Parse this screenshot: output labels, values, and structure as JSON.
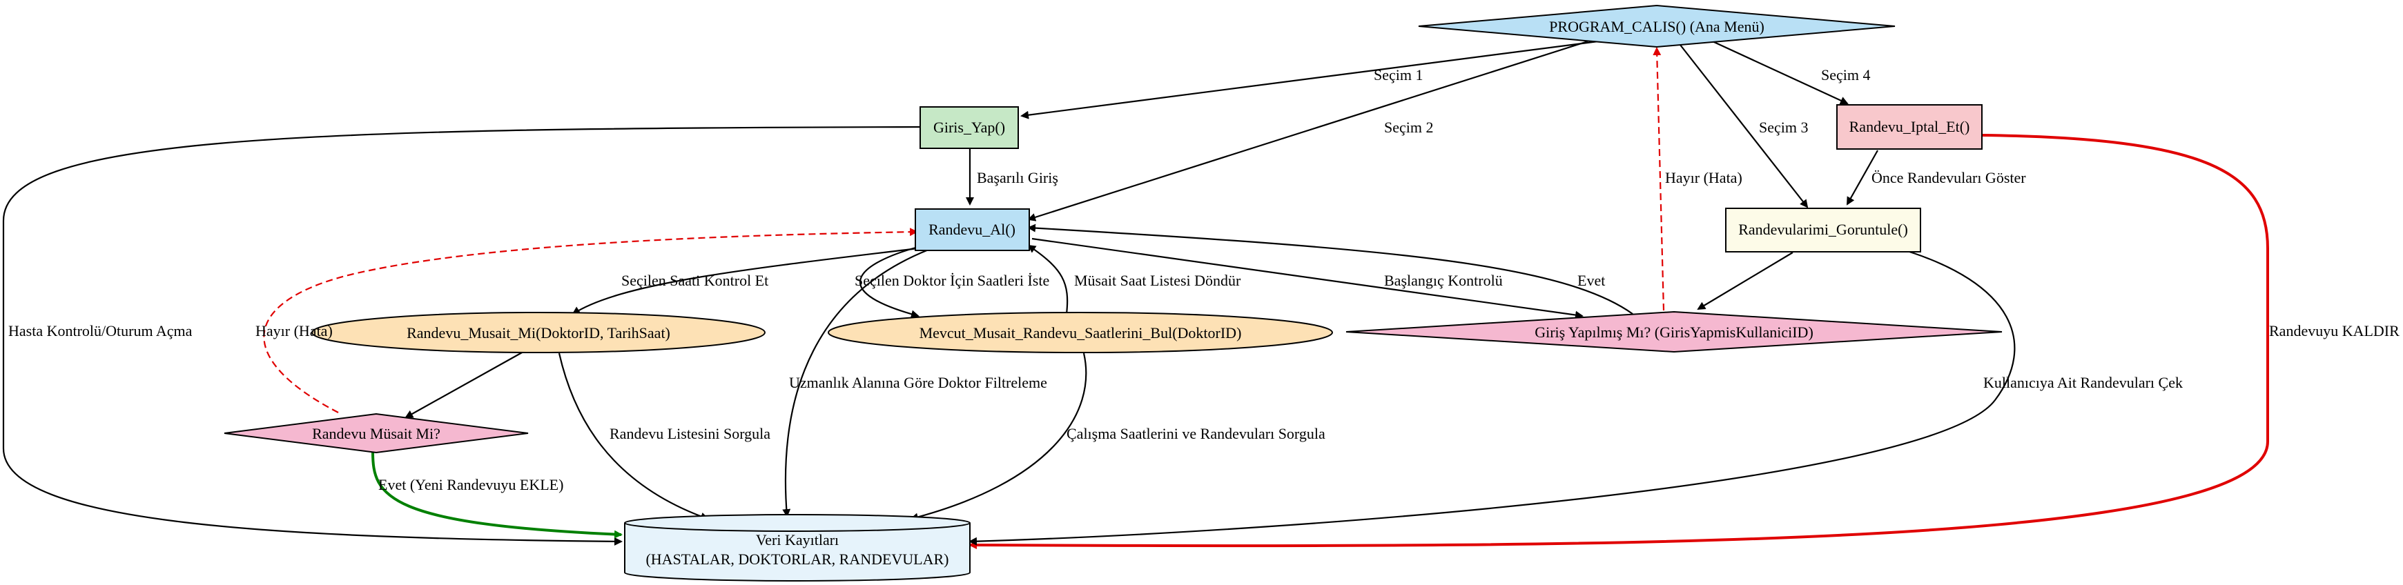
{
  "colors": {
    "blue_node": "#b9e0f5",
    "green_node": "#c6e8c6",
    "pink_node": "#f8c8cc",
    "cream_node": "#fdfbe8",
    "orange_node": "#fde1b5",
    "diamond_pink": "#f5b8d0",
    "db_node": "#e6f3fb",
    "edge_default": "#000000",
    "edge_red": "#e00000",
    "edge_green": "#008000"
  },
  "nodes": {
    "program_calis": "PROGRAM_CALIS() (Ana Menü)",
    "giris_yap": "Giris_Yap()",
    "randevu_al": "Randevu_Al()",
    "randevu_iptal_et": "Randevu_Iptal_Et()",
    "randevularimi_goruntule": "Randevularimi_Goruntule()",
    "randevu_musait_mi": "Randevu_Musait_Mi(DoktorID, TarihSaat)",
    "mevcut_musait": "Mevcut_Musait_Randevu_Saatlerini_Bul(DoktorID)",
    "giris_yapilmis_mi": "Giriş Yapılmış Mı? (GirisYapmisKullaniciID)",
    "randevu_musait_decision": "Randevu Müsait Mi?",
    "veri_kayitlari_line1": "Veri Kayıtları",
    "veri_kayitlari_line2": "(HASTALAR, DOKTORLAR, RANDEVULAR)"
  },
  "edges": {
    "secim_1": "Seçim 1",
    "secim_2": "Seçim 2",
    "secim_3": "Seçim 3",
    "secim_4": "Seçim 4",
    "basarili_giris": "Başarılı Giriş",
    "hasta_kontrolu": "Hasta Kontrolü/Oturum Açma",
    "once_randevulari_goster": "Önce Randevuları Göster",
    "hayir_hata_top": "Hayır (Hata)",
    "randevuyu_kaldir": "Randevuyu KALDIR",
    "secilen_saati_kontrol": "Seçilen Saati Kontrol Et",
    "secilen_doktor_saatler": "Seçilen Doktor İçin Saatleri İste",
    "musait_saat_listesi": "Müsait Saat Listesi Döndür",
    "baslangic_kontrolu": "Başlangıç Kontrolü",
    "evet": "Evet",
    "hayir_hata_left": "Hayır (Hata)",
    "uzmanlik_filtreleme": "Uzmanlık Alanına Göre Doktor Filtreleme",
    "randevu_listesini_sorgula": "Randevu Listesini Sorgula",
    "calisma_saatleri": "Çalışma Saatlerini ve Randevuları Sorgula",
    "kullaniciya_ait": "Kullanıcıya Ait Randevuları Çek",
    "evet_yeni_randevu": "Evet (Yeni Randevuyu EKLE)"
  }
}
